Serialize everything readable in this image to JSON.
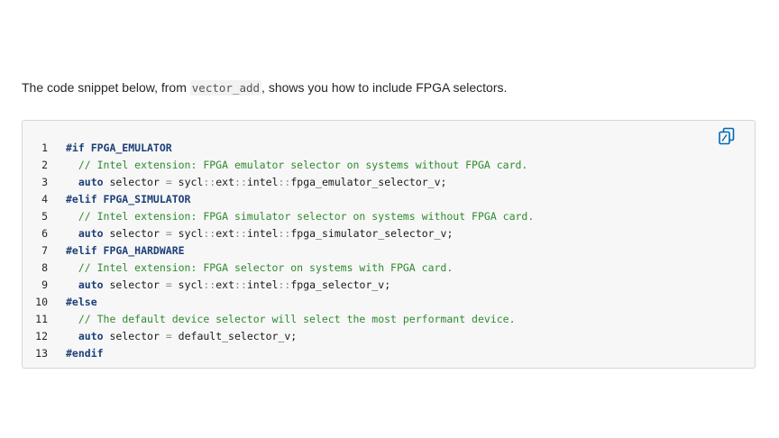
{
  "intro": {
    "before": "The code snippet below, from ",
    "code": "vector_add",
    "after": ", shows you how to include FPGA selectors."
  },
  "code_block": {
    "copy_icon": "copy-icon",
    "colors": {
      "preprocessor": "#1c3f78",
      "comment": "#2f8a2f",
      "keyword": "#1c3f78"
    },
    "lines": [
      {
        "num": "1",
        "tokens": [
          {
            "t": "pre",
            "v": "#if FPGA_EMULATOR"
          }
        ]
      },
      {
        "num": "2",
        "tokens": [
          {
            "t": "txt",
            "v": "  "
          },
          {
            "t": "com",
            "v": "// Intel extension: FPGA emulator selector on systems without FPGA card."
          }
        ]
      },
      {
        "num": "3",
        "tokens": [
          {
            "t": "txt",
            "v": "  "
          },
          {
            "t": "kw",
            "v": "auto"
          },
          {
            "t": "txt",
            "v": " selector "
          },
          {
            "t": "op",
            "v": "="
          },
          {
            "t": "txt",
            "v": " sycl"
          },
          {
            "t": "op",
            "v": "::"
          },
          {
            "t": "txt",
            "v": "ext"
          },
          {
            "t": "op",
            "v": "::"
          },
          {
            "t": "txt",
            "v": "intel"
          },
          {
            "t": "op",
            "v": "::"
          },
          {
            "t": "txt",
            "v": "fpga_emulator_selector_v;"
          }
        ]
      },
      {
        "num": "4",
        "tokens": [
          {
            "t": "pre",
            "v": "#elif FPGA_SIMULATOR"
          }
        ]
      },
      {
        "num": "5",
        "tokens": [
          {
            "t": "txt",
            "v": "  "
          },
          {
            "t": "com",
            "v": "// Intel extension: FPGA simulator selector on systems without FPGA card."
          }
        ]
      },
      {
        "num": "6",
        "tokens": [
          {
            "t": "txt",
            "v": "  "
          },
          {
            "t": "kw",
            "v": "auto"
          },
          {
            "t": "txt",
            "v": " selector "
          },
          {
            "t": "op",
            "v": "="
          },
          {
            "t": "txt",
            "v": " sycl"
          },
          {
            "t": "op",
            "v": "::"
          },
          {
            "t": "txt",
            "v": "ext"
          },
          {
            "t": "op",
            "v": "::"
          },
          {
            "t": "txt",
            "v": "intel"
          },
          {
            "t": "op",
            "v": "::"
          },
          {
            "t": "txt",
            "v": "fpga_simulator_selector_v;"
          }
        ]
      },
      {
        "num": "7",
        "tokens": [
          {
            "t": "pre",
            "v": "#elif FPGA_HARDWARE"
          }
        ]
      },
      {
        "num": "8",
        "tokens": [
          {
            "t": "txt",
            "v": "  "
          },
          {
            "t": "com",
            "v": "// Intel extension: FPGA selector on systems with FPGA card."
          }
        ]
      },
      {
        "num": "9",
        "tokens": [
          {
            "t": "txt",
            "v": "  "
          },
          {
            "t": "kw",
            "v": "auto"
          },
          {
            "t": "txt",
            "v": " selector "
          },
          {
            "t": "op",
            "v": "="
          },
          {
            "t": "txt",
            "v": " sycl"
          },
          {
            "t": "op",
            "v": "::"
          },
          {
            "t": "txt",
            "v": "ext"
          },
          {
            "t": "op",
            "v": "::"
          },
          {
            "t": "txt",
            "v": "intel"
          },
          {
            "t": "op",
            "v": "::"
          },
          {
            "t": "txt",
            "v": "fpga_selector_v;"
          }
        ]
      },
      {
        "num": "10",
        "tokens": [
          {
            "t": "pre",
            "v": "#else"
          }
        ]
      },
      {
        "num": "11",
        "tokens": [
          {
            "t": "txt",
            "v": "  "
          },
          {
            "t": "com",
            "v": "// The default device selector will select the most performant device."
          }
        ]
      },
      {
        "num": "12",
        "tokens": [
          {
            "t": "txt",
            "v": "  "
          },
          {
            "t": "kw",
            "v": "auto"
          },
          {
            "t": "txt",
            "v": " selector "
          },
          {
            "t": "op",
            "v": "="
          },
          {
            "t": "txt",
            "v": " default_selector_v;"
          }
        ]
      },
      {
        "num": "13",
        "tokens": [
          {
            "t": "pre",
            "v": "#endif"
          }
        ]
      }
    ]
  }
}
